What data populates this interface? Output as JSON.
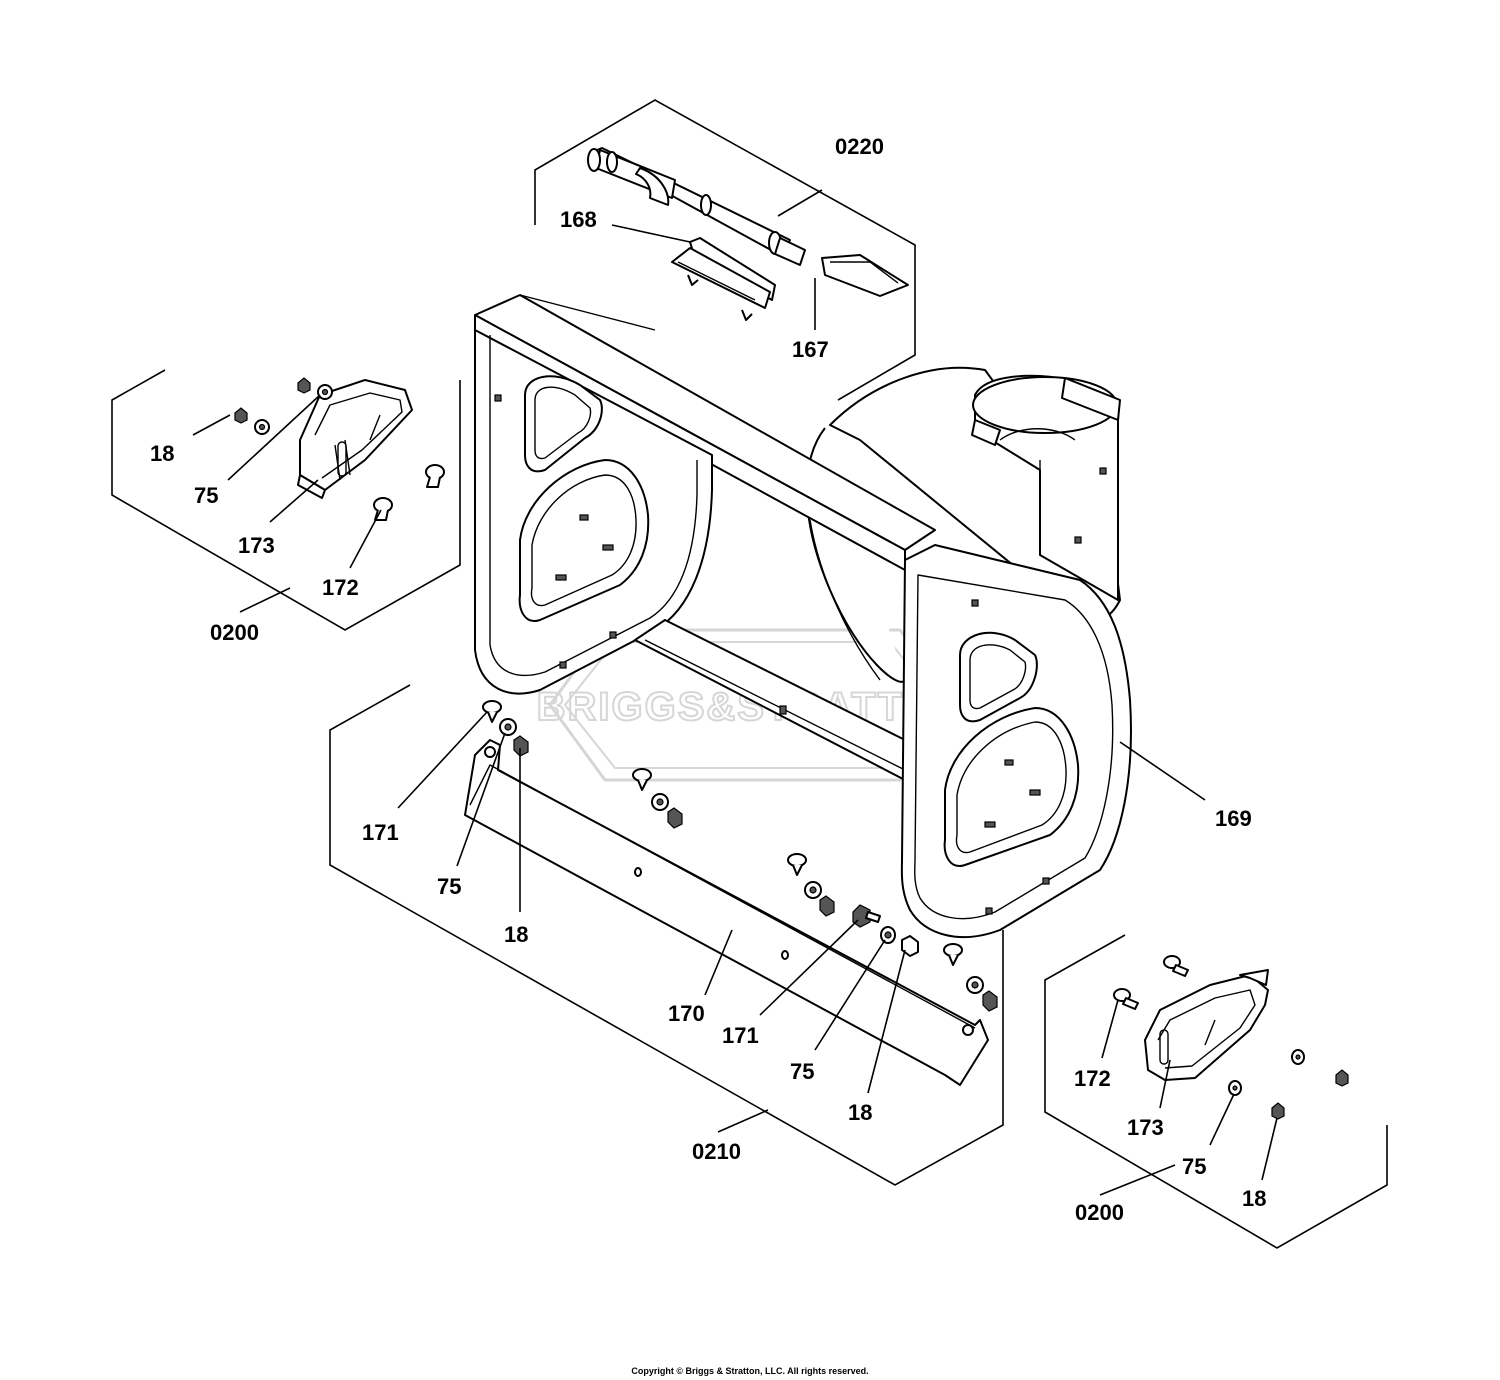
{
  "watermark": {
    "text": "BRIGGS&STRATTON"
  },
  "copyright": "Copyright © Briggs & Stratton, LLC. All rights reserved.",
  "labels": {
    "l0220": "0220",
    "l168": "168",
    "l167": "167",
    "l18a": "18",
    "l75a": "75",
    "l173a": "173",
    "l172a": "172",
    "l0200a": "0200",
    "l169": "169",
    "l171a": "171",
    "l75b": "75",
    "l18b": "18",
    "l170": "170",
    "l171b": "171",
    "l75c": "75",
    "l18c": "18",
    "l0210": "0210",
    "l172b": "172",
    "l173b": "173",
    "l75d": "75",
    "l18d": "18",
    "l0200b": "0200"
  }
}
